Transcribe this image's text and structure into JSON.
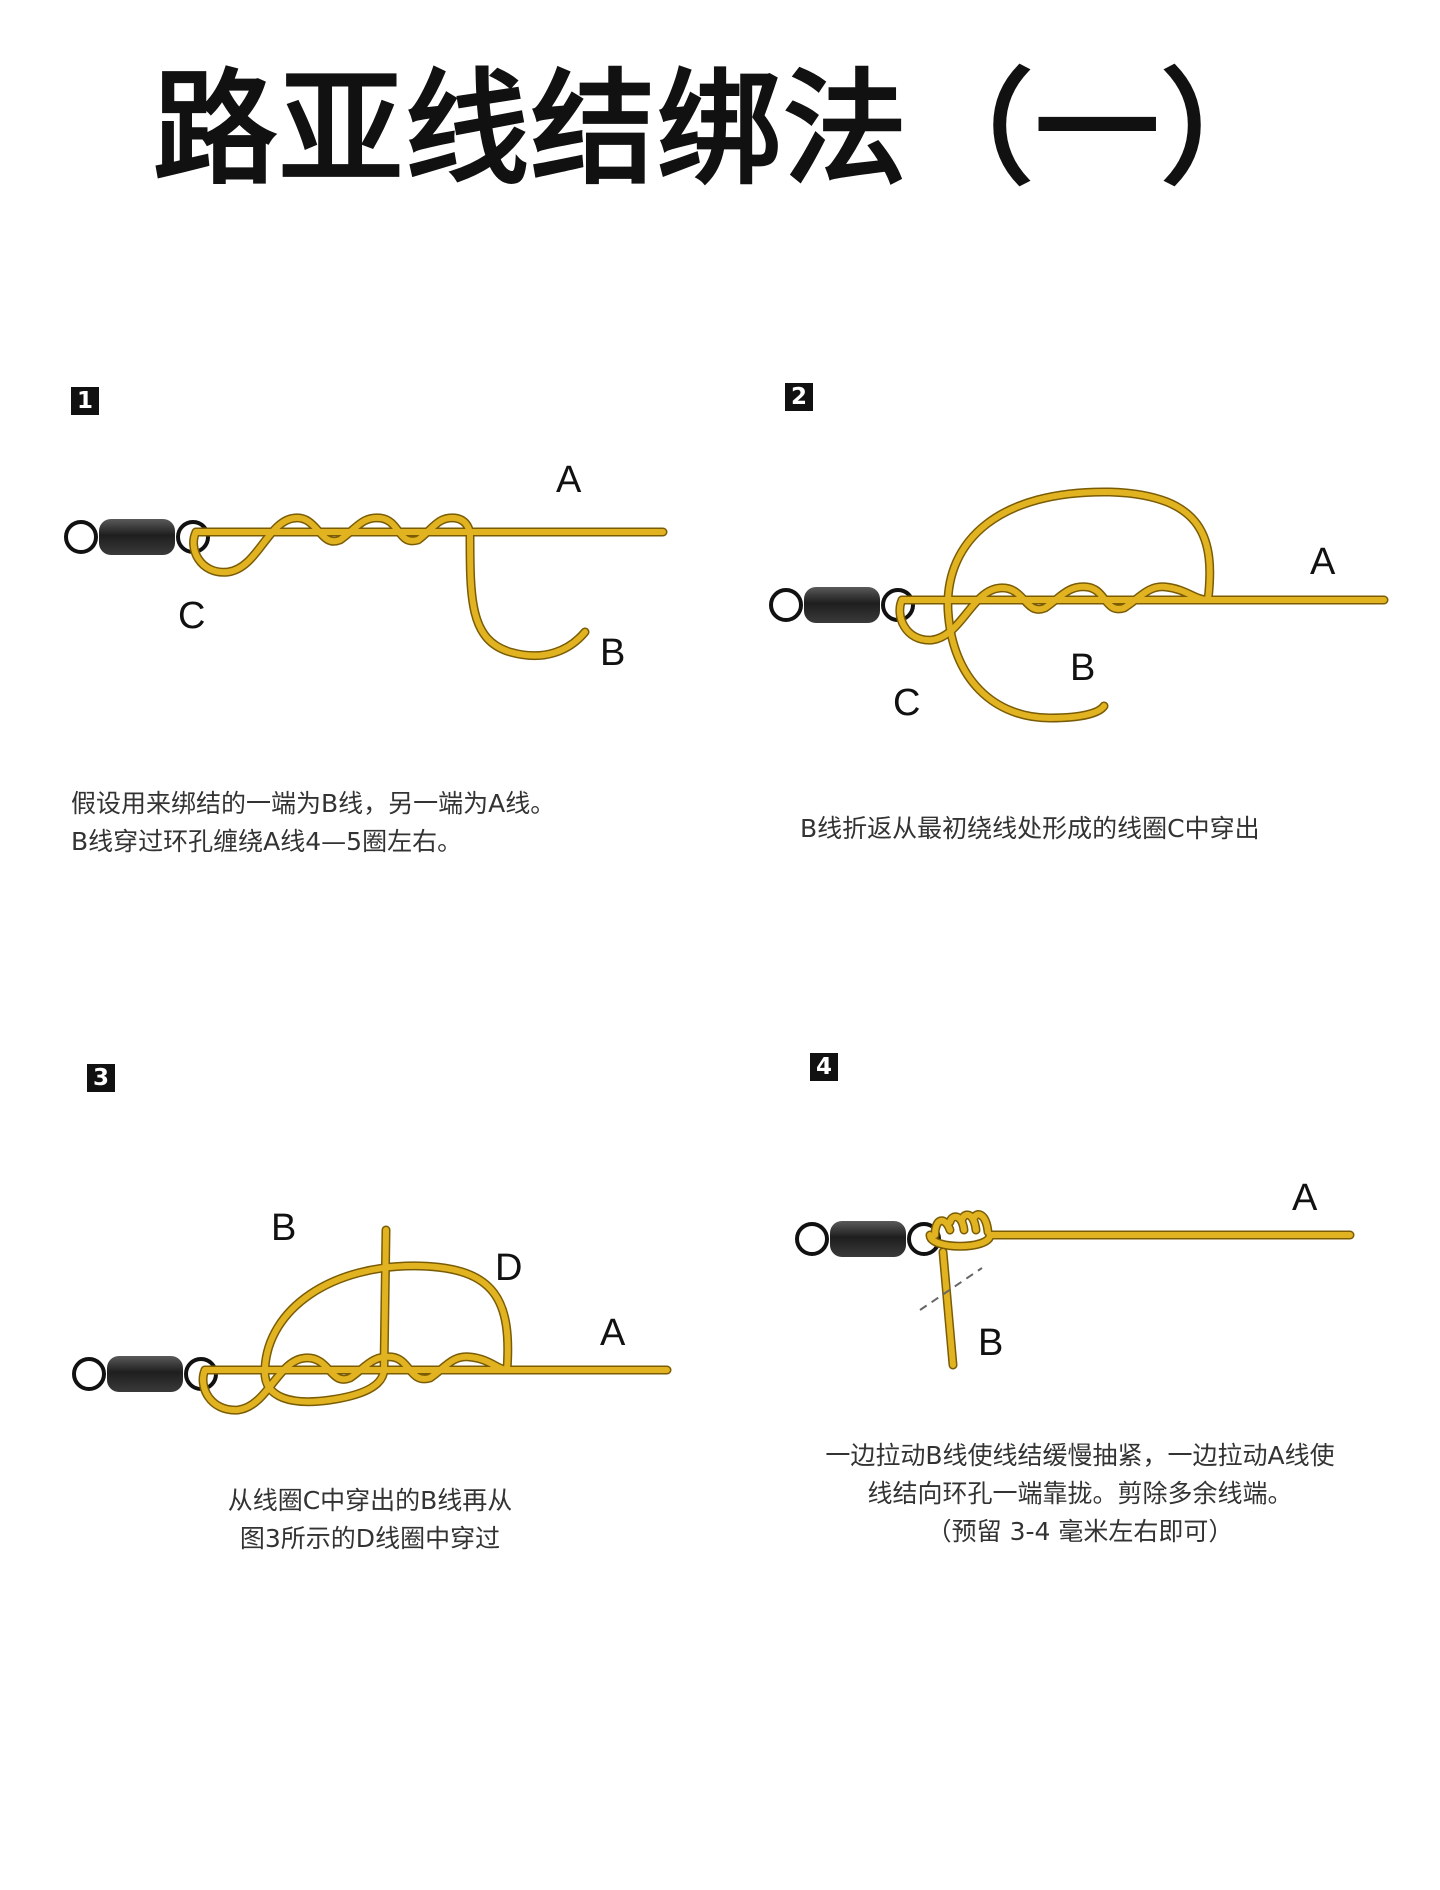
{
  "title": "路亚线结绑法（一）",
  "colors": {
    "line": "#e2b321",
    "line_edge": "#8a6a08",
    "swivel_barrel": "#2a2a2a"
  },
  "steps": [
    {
      "number": "1",
      "labels": {
        "a": "A",
        "b": "B",
        "c": "C"
      },
      "caption": [
        "假设用来绑结的一端为B线，另一端为A线。",
        "B线穿过环孔缠绕A线4—5圈左右。"
      ]
    },
    {
      "number": "2",
      "labels": {
        "a": "A",
        "b": "B",
        "c": "C"
      },
      "caption": [
        "B线折返从最初绕线处形成的线圈C中穿出"
      ]
    },
    {
      "number": "3",
      "labels": {
        "a": "A",
        "b": "B",
        "d": "D"
      },
      "caption": [
        "从线圈C中穿出的B线再从",
        "图3所示的D线圈中穿过"
      ]
    },
    {
      "number": "4",
      "labels": {
        "a": "A",
        "b": "B"
      },
      "caption": [
        "一边拉动B线使线结缓慢抽紧，一边拉动A线使",
        "线结向环孔一端靠拢。剪除多余线端。",
        "（预留 3-4 毫米左右即可）"
      ]
    }
  ]
}
